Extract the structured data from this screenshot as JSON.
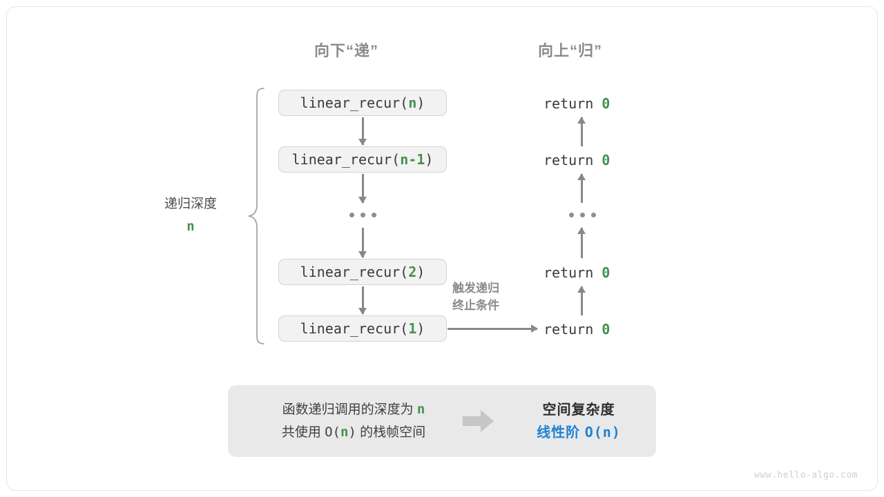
{
  "diagram": {
    "headers": {
      "down": "向下“递”",
      "up": "向上“归”"
    },
    "depth_label": {
      "text": "递归深度",
      "variable": "n"
    },
    "call_stack": [
      {
        "name": "linear_recur(",
        "arg": "n",
        "close": ")"
      },
      {
        "name": "linear_recur(",
        "arg": "n-1",
        "close": ")"
      },
      {
        "name": "linear_recur(",
        "arg": "2",
        "close": ")"
      },
      {
        "name": "linear_recur(",
        "arg": "1",
        "close": ")"
      }
    ],
    "returns": [
      {
        "keyword": "return ",
        "value": "0"
      },
      {
        "keyword": "return ",
        "value": "0"
      },
      {
        "keyword": "return ",
        "value": "0"
      },
      {
        "keyword": "return ",
        "value": "0"
      }
    ],
    "ellipsis": "...",
    "trigger_note": {
      "line1": "触发递归",
      "line2": "终止条件"
    }
  },
  "summary": {
    "left": {
      "line1_prefix": "函数递归调用的深度为 ",
      "line1_var": "n",
      "line2_prefix": "共使用 ",
      "line2_expr_open": "O(",
      "line2_var": "n",
      "line2_expr_close": ")",
      "line2_suffix": " 的栈帧空间"
    },
    "arrow_icon": "right-block-arrow-icon",
    "right": {
      "title": "空间复杂度",
      "value_label": "线性阶 ",
      "value_expr": "O(n)"
    }
  },
  "watermark": "www.hello-algo.com",
  "colors": {
    "accent_green": "#43914f",
    "accent_blue": "#1f82d2",
    "line_gray": "#888888",
    "panel_gray": "#e9e9e9",
    "box_fill": "#f2f2f2"
  }
}
